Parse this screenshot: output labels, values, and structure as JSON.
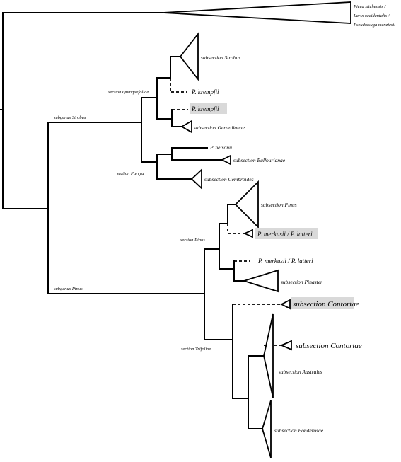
{
  "outgroup": [
    "Picea sitchensis /",
    "Larix occidentalis /",
    "Pseudotsuga menziesii"
  ],
  "nodes": {
    "strobus": "subgenus Strobus",
    "pinus": "subgenus Pinus",
    "quinquefoliae": "section Quinquefoliae",
    "parrya": "section Parrya",
    "sect_pinus": "section Pinus",
    "trifoliae": "section Trifoliae"
  },
  "tips": {
    "sub_strobus": "subsection Strobus",
    "krempfii_1": "P. krempfii",
    "krempfii_2": "P. krempfii",
    "gerardianae": "subsection Gerardianae",
    "nelsonii": "P. nelsonii",
    "balfourianae": "subsection Balfourianae",
    "cembroides": "subsection Cembroides",
    "sub_pinus": "subsection Pinus",
    "merkusii_1": "P. merkusii / P. latteri",
    "merkusii_2": "P. merkusii / P. latteri",
    "pinaster": "subsection Pinaster",
    "contortae_1": "subsection Contortae",
    "contortae_2": "subsection Contortae",
    "australes": "subsection Australes",
    "ponderosae": "subsection Ponderosae"
  }
}
